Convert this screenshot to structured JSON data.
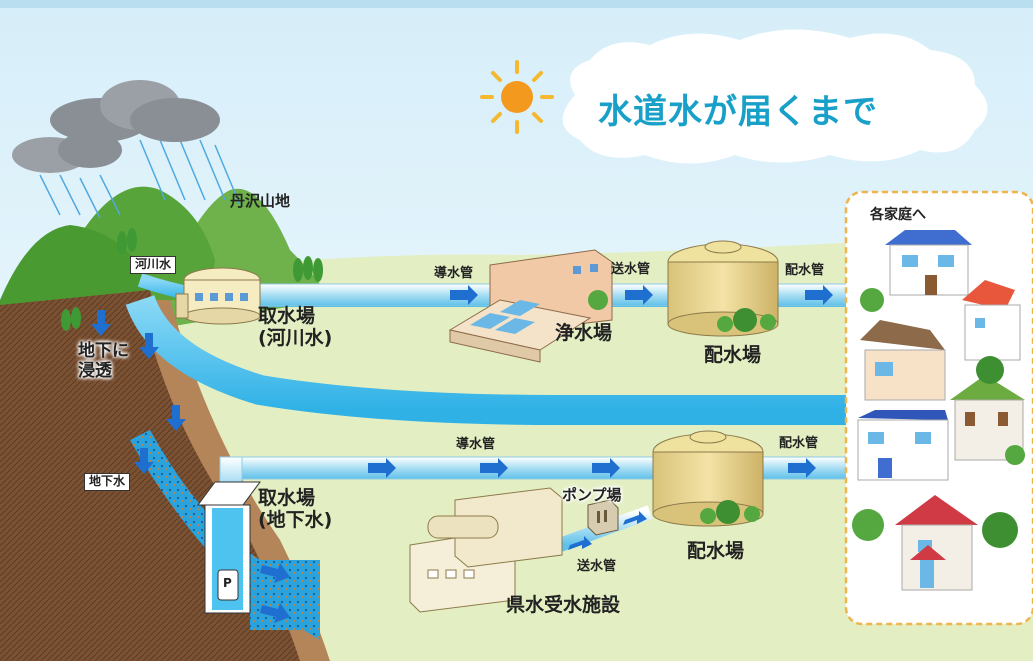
{
  "title": "水道水が届くまで",
  "labels": {
    "mountains": "丹沢山地",
    "river_water": "河川水",
    "infiltration": "地下に\n浸透",
    "groundwater": "地下水",
    "intake_river": "取水場\n(河川水)",
    "intake_ground": "取水場\n(地下水)",
    "conduit_top": "導水管",
    "conduit_bottom": "導水管",
    "purification_plant": "浄水場",
    "transmission_top": "送水管",
    "transmission_bottom": "送水管",
    "distribution_pipe_top": "配水管",
    "distribution_pipe_bottom": "配水管",
    "distribution_plant_top": "配水場",
    "distribution_plant_bottom": "配水場",
    "pump_station": "ポンプ場",
    "prefectural_facility": "県水受水施設",
    "households": "各家庭へ",
    "pump_letter": "P"
  },
  "colors": {
    "title": "#19a0c8",
    "water": "#4fc3ef",
    "pipe": "#bfe7f7",
    "arrow": "#1f6fd0",
    "ground": "#dfeebf",
    "soil": "#7b5133",
    "mountain": "#5aaa3c",
    "sun": "#f39a1e",
    "households_border": "#f0b44c"
  }
}
